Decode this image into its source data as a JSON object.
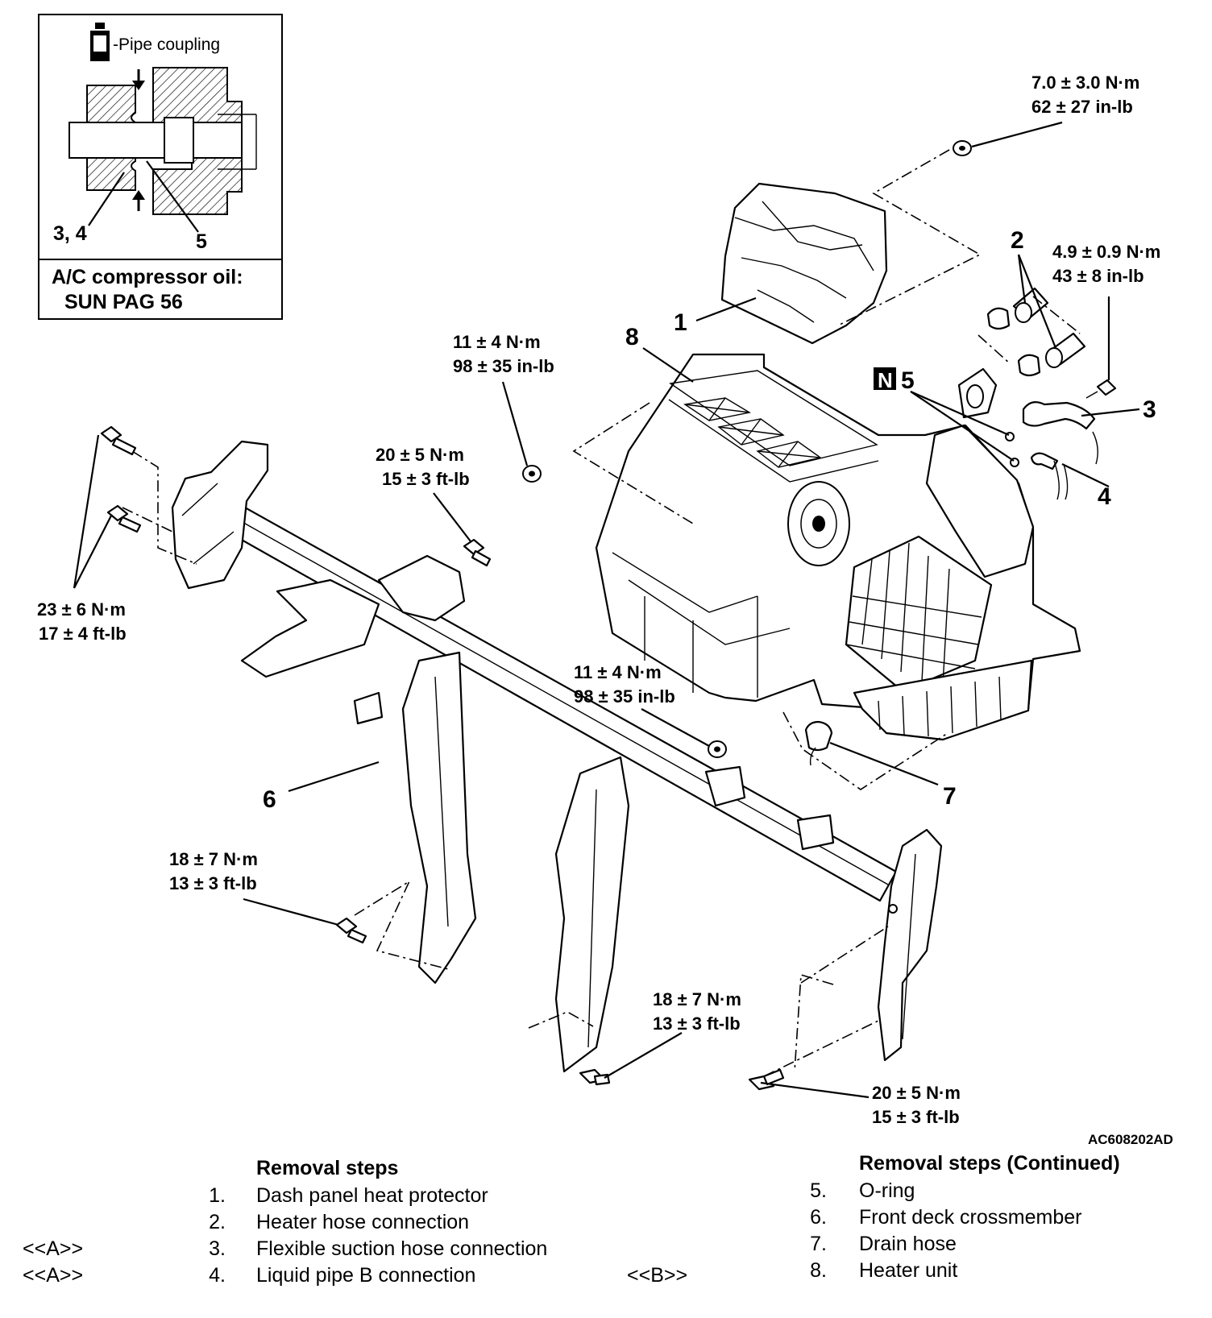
{
  "inset": {
    "pipe_coupling_label": "-Pipe coupling",
    "part_refs_left": "3, 4",
    "part_ref_right": "5",
    "oil_title": "A/C compressor oil:",
    "oil_name": "SUN PAG 56"
  },
  "callouts": {
    "c1": "1",
    "c2": "2",
    "c3": "3",
    "c4": "4",
    "c5": "5",
    "c6": "6",
    "c7": "7",
    "c8": "8",
    "n_badge": "N"
  },
  "torques": {
    "t_top_right": [
      "7.0 ± 3.0 N·m",
      "62 ± 27 in-lb"
    ],
    "t_hose": [
      "4.9 ± 0.9 N·m",
      "43 ± 8 in-lb"
    ],
    "t_heater_top": [
      "11 ± 4 N·m",
      "98 ± 35 in-lb"
    ],
    "t_center": [
      "20 ± 5 N·m",
      "15 ± 3 ft-lb"
    ],
    "t_left": [
      "23 ± 6 N·m",
      "17 ± 4 ft-lb"
    ],
    "t_heater_bottom": [
      "11 ± 4 N·m",
      "98 ± 35 in-lb"
    ],
    "t_lower_left": [
      "18 ± 7 N·m",
      "13 ± 3 ft-lb"
    ],
    "t_lower_mid": [
      "18 ± 7 N·m",
      "13 ± 3 ft-lb"
    ],
    "t_lower_right": [
      "20 ± 5 N·m",
      "15 ± 3 ft-lb"
    ]
  },
  "figure_code": "AC608202AD",
  "removal_steps": {
    "header": "Removal steps",
    "items": [
      {
        "mark": "",
        "num": "1.",
        "label": "Dash panel heat protector"
      },
      {
        "mark": "",
        "num": "2.",
        "label": "Heater hose connection"
      },
      {
        "mark": "<<A>>",
        "num": "3.",
        "label": "Flexible suction hose connection"
      },
      {
        "mark": "<<A>>",
        "num": "4.",
        "label": "Liquid pipe B connection"
      }
    ]
  },
  "removal_steps_continued": {
    "header": "Removal steps (Continued)",
    "mark": "<<B>>",
    "items": [
      {
        "num": "5.",
        "label": "O-ring"
      },
      {
        "num": "6.",
        "label": "Front deck crossmember"
      },
      {
        "num": "7.",
        "label": "Drain hose"
      },
      {
        "num": "8.",
        "label": "Heater unit"
      }
    ]
  }
}
